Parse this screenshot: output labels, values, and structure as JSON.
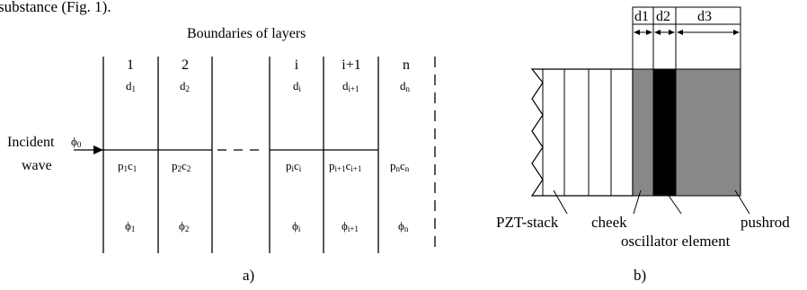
{
  "top_fragment": "substance (Fig. 1).",
  "fig_a": {
    "title": "Boundaries of layers",
    "layer_numbers": [
      "1",
      "2",
      "i",
      "i+1",
      "n"
    ],
    "thicknesses": [
      {
        "base": "d",
        "sub": "1"
      },
      {
        "base": "d",
        "sub": "2"
      },
      {
        "base": "d",
        "sub": "i"
      },
      {
        "base": "d",
        "sub": "i+1"
      },
      {
        "base": "d",
        "sub": "n"
      }
    ],
    "impedances": [
      {
        "p": "1",
        "c": "1"
      },
      {
        "p": "2",
        "c": "2"
      },
      {
        "p": "i",
        "c": "i"
      },
      {
        "p": "i+1",
        "c": "i+1"
      },
      {
        "p": "n",
        "c": "n"
      }
    ],
    "phis": [
      {
        "base": "ϕ",
        "sub": "1"
      },
      {
        "base": "ϕ",
        "sub": "2"
      },
      {
        "base": "ϕ",
        "sub": "i"
      },
      {
        "base": "ϕ",
        "sub": "i+1"
      },
      {
        "base": "ϕ",
        "sub": "n"
      }
    ],
    "incident_line1": "Incident",
    "incident_line2": "wave",
    "phi0": {
      "base": "ϕ",
      "sub": "0"
    },
    "caption": "a)"
  },
  "fig_b": {
    "dims": [
      "d1",
      "d2",
      "d3"
    ],
    "labels": {
      "pzt": "PZT-stack",
      "cheek": "cheek",
      "oscillator": "oscillator element",
      "pushrod": "pushrod"
    },
    "colors": {
      "cheek": "#888888",
      "oscillator": "#000000",
      "pushrod": "#888888"
    },
    "caption": "b)"
  }
}
